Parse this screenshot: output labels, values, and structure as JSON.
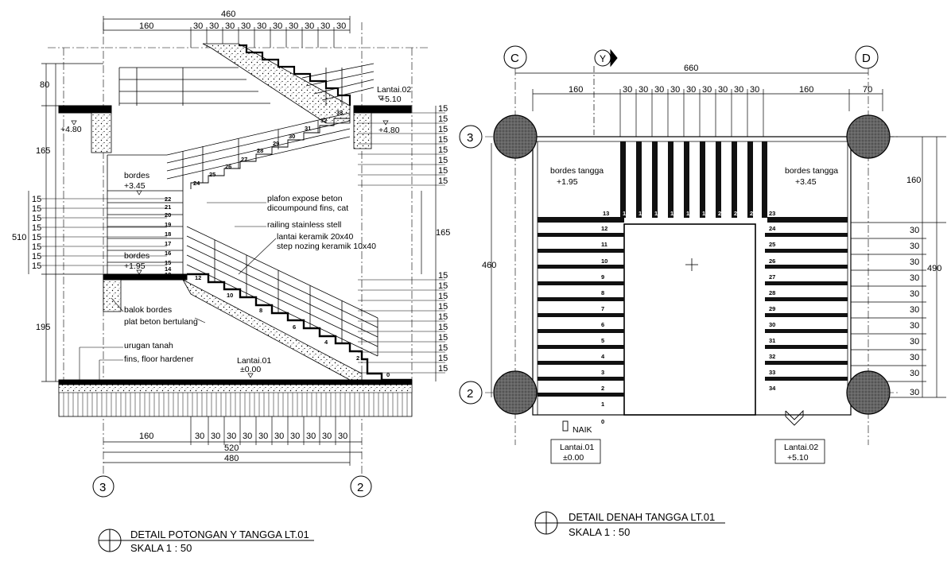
{
  "section": {
    "title": "DETAIL POTONGAN  Y TANGGA LT.01",
    "scale": "SKALA 1 : 50",
    "dims_top": {
      "overall": "460",
      "first": "160",
      "tread": "30"
    },
    "dims_bottom": {
      "first": "160",
      "tread": "30",
      "mid": "520",
      "overall": "480"
    },
    "dims_left": {
      "top": "80",
      "mid": "165",
      "bottom": "195",
      "overall": "510"
    },
    "dims_right": {
      "mid": "165"
    },
    "riser": "15",
    "axes": [
      "3",
      "2"
    ],
    "levels": {
      "l02_name": "Lantai.02",
      "l02_val": "+5.10",
      "p480_left": "+4.80",
      "p480_right": "+4.80",
      "bordes_upper": "bordes",
      "bordes_upper_val": "+3.45",
      "bordes_lower": "bordes",
      "bordes_lower_val": "+1.95",
      "l01_name": "Lantai.01",
      "l01_val": "±0.00"
    },
    "notes": {
      "plafon1": "plafon expose beton",
      "plafon2": "dicoumpound fins, cat",
      "railing": "railing stainless stell",
      "lantai": "lantai keramik 20x40",
      "nozing": "step nozing  keramik 10x40",
      "balok": "balok bordes",
      "plat": "plat beton bertulang",
      "urugan": "urugan tanah",
      "finish": "fins, floor hardener"
    }
  },
  "plan": {
    "title": "DETAIL DENAH TANGGA LT.01",
    "scale": "SKALA 1 : 50",
    "axes_top": [
      "C",
      "D"
    ],
    "axes_left": [
      "3",
      "2"
    ],
    "north": "Y",
    "dims_top": {
      "overall": "660",
      "first": "160",
      "tread": "30",
      "last": "160",
      "end": "70"
    },
    "dims_left": {
      "overall": "460"
    },
    "dims_right": {
      "top": "160",
      "tread": "30",
      "overall": "490"
    },
    "bordes_left": "bordes tangga",
    "bordes_left_val": "+1.95",
    "bordes_right": "bordes tangga",
    "bordes_right_val": "+3.45",
    "naik": "NAIK",
    "box_left_name": "Lantai.01",
    "box_left_val": "±0.00",
    "box_right_name": "Lantai.02",
    "box_right_val": "+5.10"
  }
}
